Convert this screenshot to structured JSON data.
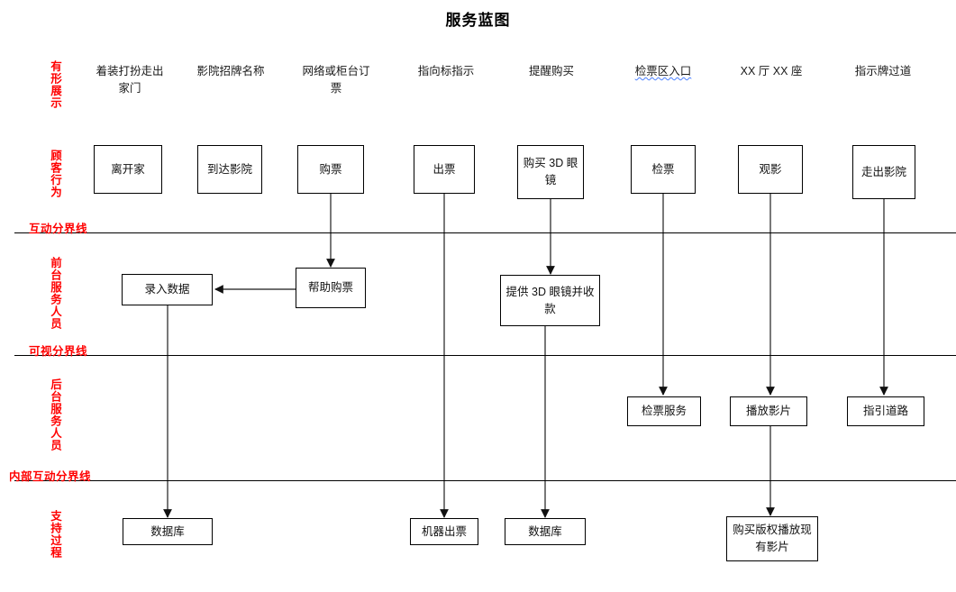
{
  "title": "服务蓝图",
  "colors": {
    "label_red": "#ff0000",
    "box_border": "#000000",
    "connector": "#3f3f3f",
    "spellcheck_squiggle": "#4a80ff",
    "background": "#ffffff"
  },
  "row_labels": [
    {
      "id": "physical-evidence",
      "text": "有形展示"
    },
    {
      "id": "customer-actions",
      "text": "顾客行为"
    },
    {
      "id": "onstage-contact",
      "text": "前台服务人员"
    },
    {
      "id": "backstage-contact",
      "text": "后台服务人员"
    },
    {
      "id": "support-processes",
      "text": "支持过程"
    }
  ],
  "divider_labels": [
    {
      "id": "line-of-interaction",
      "text": "互动分界线"
    },
    {
      "id": "line-of-visibility",
      "text": "可视分界线"
    },
    {
      "id": "line-of-internal-interaction",
      "text": "内部互动分界线"
    }
  ],
  "physical_evidence": [
    {
      "id": "evidence-1",
      "text": "着装打扮走出家门",
      "squiggle": false
    },
    {
      "id": "evidence-2",
      "text": "影院招牌名称",
      "squiggle": false
    },
    {
      "id": "evidence-3",
      "text": "网络或柜台订票",
      "squiggle": false
    },
    {
      "id": "evidence-4",
      "text": "指向标指示",
      "squiggle": false
    },
    {
      "id": "evidence-5",
      "text": "提醒购买",
      "squiggle": false
    },
    {
      "id": "evidence-6",
      "text": "检票区入口",
      "squiggle": true
    },
    {
      "id": "evidence-7",
      "text": "XX 厅 XX 座",
      "squiggle": false
    },
    {
      "id": "evidence-8",
      "text": "指示牌过道",
      "squiggle": false
    }
  ],
  "customer_actions": [
    {
      "id": "action-leave-home",
      "text": "离开家"
    },
    {
      "id": "action-arrive-cinema",
      "text": "到达影院"
    },
    {
      "id": "action-buy-ticket",
      "text": "购票"
    },
    {
      "id": "action-issue-ticket",
      "text": "出票"
    },
    {
      "id": "action-buy-3d-glasses",
      "text": "购买 3D 眼镜"
    },
    {
      "id": "action-check-ticket",
      "text": "检票"
    },
    {
      "id": "action-watch-movie",
      "text": "观影"
    },
    {
      "id": "action-leave-cinema",
      "text": "走出影院"
    }
  ],
  "onstage_actions": [
    {
      "id": "onstage-enter-data",
      "text": "录入数据"
    },
    {
      "id": "onstage-help-purchase",
      "text": "帮助购票"
    },
    {
      "id": "onstage-provide-3d-glasses",
      "text": "提供 3D 眼镜并收款"
    }
  ],
  "backstage_actions": [
    {
      "id": "backstage-ticket-check-service",
      "text": "检票服务"
    },
    {
      "id": "backstage-play-film",
      "text": "播放影片"
    },
    {
      "id": "backstage-guide-path",
      "text": "指引道路"
    }
  ],
  "support_processes": [
    {
      "id": "support-database-1",
      "text": "数据库"
    },
    {
      "id": "support-machine-ticketing",
      "text": "机器出票"
    },
    {
      "id": "support-database-2",
      "text": "数据库"
    },
    {
      "id": "support-buy-copyright",
      "text": "购买版权播放现有影片"
    }
  ]
}
